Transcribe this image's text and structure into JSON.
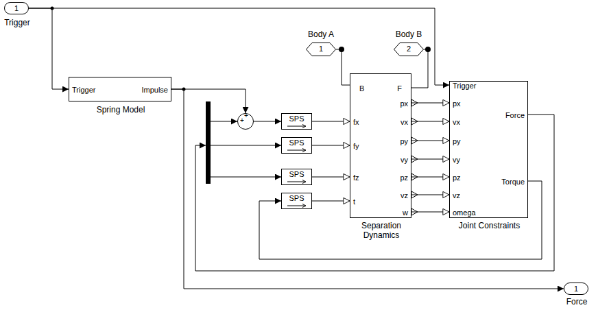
{
  "diagram": {
    "nodes": [
      {
        "text": [
          "1",
          "Trigger"
        ]
      },
      {
        "text": [
          "Trigger",
          "Impulse",
          "Spring Model"
        ]
      },
      {
        "text": [
          "Body A",
          "1"
        ]
      },
      {
        "text": [
          "Body B",
          "2"
        ]
      },
      {
        "text": [
          "+",
          "+"
        ]
      },
      {
        "text": [
          "SPS"
        ]
      },
      {
        "text": [
          "SPS"
        ]
      },
      {
        "text": [
          "SPS"
        ]
      },
      {
        "text": [
          "SPS"
        ]
      },
      {
        "text": [
          "B",
          "fx",
          "fy",
          "fz",
          "t",
          "F",
          "px",
          "vx",
          "py",
          "vy",
          "pz",
          "vz",
          "w",
          "Separation Dynamics"
        ]
      },
      {
        "text": [
          "Trigger",
          "px",
          "vx",
          "py",
          "vy",
          "pz",
          "vz",
          "omega",
          "Force",
          "Torque",
          "Joint Constraints"
        ]
      },
      {
        "text": [
          "1",
          "Force"
        ]
      }
    ],
    "edges": [
      {
        "from": 0,
        "to": 1,
        "arrow": "to"
      },
      {
        "from": 0,
        "to": 10,
        "arrow": "to"
      },
      {
        "from": 1,
        "to": 4,
        "arrow": "to"
      },
      {
        "from": 1,
        "to": 11,
        "arrow": "to"
      },
      {
        "from": 4,
        "to": 5,
        "arrow": "to"
      },
      {
        "from": 5,
        "to": 9,
        "arrow": "to"
      },
      {
        "from": 6,
        "to": 9,
        "arrow": "to"
      },
      {
        "from": 7,
        "to": 9,
        "arrow": "to"
      },
      {
        "from": 8,
        "to": 9,
        "arrow": "to"
      },
      {
        "from": 2,
        "to": 9,
        "arrow": "none"
      },
      {
        "from": 3,
        "to": 9,
        "arrow": "none"
      },
      {
        "from": 9,
        "to": 10,
        "arrow": "to"
      },
      {
        "from": 9,
        "to": 10,
        "arrow": "to"
      },
      {
        "from": 9,
        "to": 10,
        "arrow": "to"
      },
      {
        "from": 9,
        "to": 10,
        "arrow": "to"
      },
      {
        "from": 9,
        "to": 10,
        "arrow": "to"
      },
      {
        "from": 9,
        "to": 10,
        "arrow": "to"
      },
      {
        "from": 9,
        "to": 10,
        "arrow": "to"
      },
      {
        "from": 10,
        "to": 8,
        "arrow": "to"
      }
    ]
  }
}
